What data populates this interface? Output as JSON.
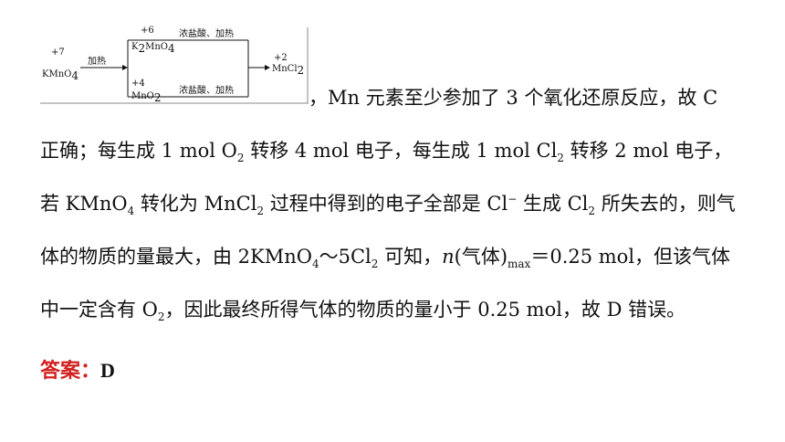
{
  "diagram": {
    "start": {
      "ox": "+7",
      "formula": "KMnO",
      "sub": "4"
    },
    "arrow_label": "加热",
    "upper": {
      "ox": "+6",
      "formula": "K",
      "sub1": "2",
      "formula2": "MnO",
      "sub2": "4",
      "label": "浓盐酸、加热"
    },
    "lower": {
      "ox": "+4",
      "formula": "MnO",
      "sub": "2",
      "label": "浓盐酸、加热"
    },
    "end": {
      "ox": "+2",
      "formula": "MnCl",
      "sub": "2"
    }
  },
  "lines": {
    "l1": "，Mn 元素至少参加了 3 个氧化还原反应，故 C",
    "l2a": "正确；每生成 1 mol O",
    "l2sub1": "2",
    "l2b": " 转移 4 mol 电子，每生成 1 mol Cl",
    "l2sub2": "2",
    "l2c": " 转移 2 mol 电子，",
    "l3a": "若 KMnO",
    "l3sub1": "4",
    "l3b": " 转化为 MnCl",
    "l3sub2": "2",
    "l3c": " 过程中得到的电子全部是 Cl",
    "l3sup": "−",
    "l3d": " 生成 Cl",
    "l3sub3": "2",
    "l3e": " 所失去的，则气",
    "l4a": "体的物质的量最大，由 2KMnO",
    "l4sub1": "4",
    "l4b": "～5Cl",
    "l4sub2": "2",
    "l4c": " 可知，",
    "l4n": "n",
    "l4d": "(气体)",
    "l4sub3": "max",
    "l4e": "＝0.25 mol，但该气体",
    "l5a": "中一定含有 O",
    "l5sub": "2",
    "l5b": "，因此最终所得气体的物质的量小于 0.25 mol，故 D 错误。"
  },
  "answer": {
    "label": "答案：",
    "value": "D"
  }
}
